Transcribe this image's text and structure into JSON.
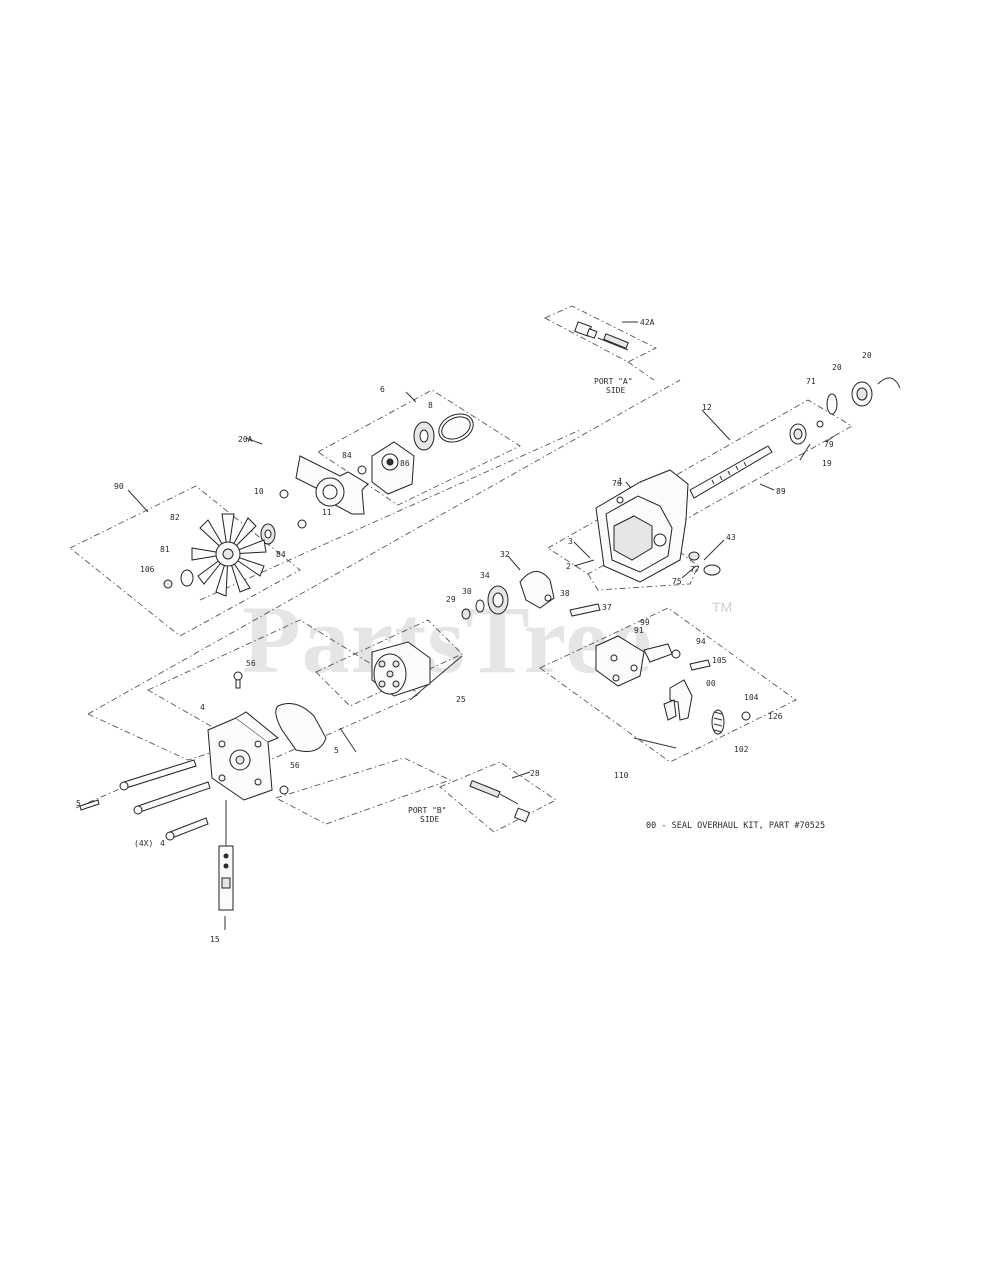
{
  "watermark": {
    "text": "PartsTree",
    "trademark": "TM"
  },
  "notes": {
    "overhaul": "00 - SEAL OVERHAUL KIT, PART #70525",
    "port_a_line1": "PORT \"A\"",
    "port_a_line2": "SIDE",
    "port_b_line1": "PORT \"B\"",
    "port_b_line2": "SIDE"
  },
  "callouts": {
    "c42a": "42A",
    "c20a": "20",
    "c20b": "20",
    "c71": "71",
    "c12": "12",
    "c79": "79",
    "c19": "19",
    "c89": "89",
    "c1": "1",
    "c76": "76",
    "c43": "43",
    "c77": "77",
    "c75": "75",
    "c3": "3",
    "c2": "2",
    "c32": "32",
    "c34": "34",
    "c30": "30",
    "c29": "29",
    "c38": "38",
    "c37": "37",
    "c6": "6",
    "c8": "8",
    "c20m": "20A",
    "c84a": "84",
    "c86": "86",
    "c10": "10",
    "c11": "11",
    "c84b": "84",
    "c90": "90",
    "c82": "82",
    "c81": "81",
    "c106": "106",
    "c99": "99",
    "c91": "91",
    "c94": "94",
    "c105": "105",
    "c00": "00",
    "c104": "104",
    "c126": "126",
    "c102": "102",
    "c110": "110",
    "c56a": "56",
    "c25": "25",
    "c4": "4",
    "c5": "5",
    "c56b": "56",
    "c5b": "5",
    "c4b": "4",
    "c41": "(4X)",
    "c15": "15",
    "c28": "28"
  }
}
